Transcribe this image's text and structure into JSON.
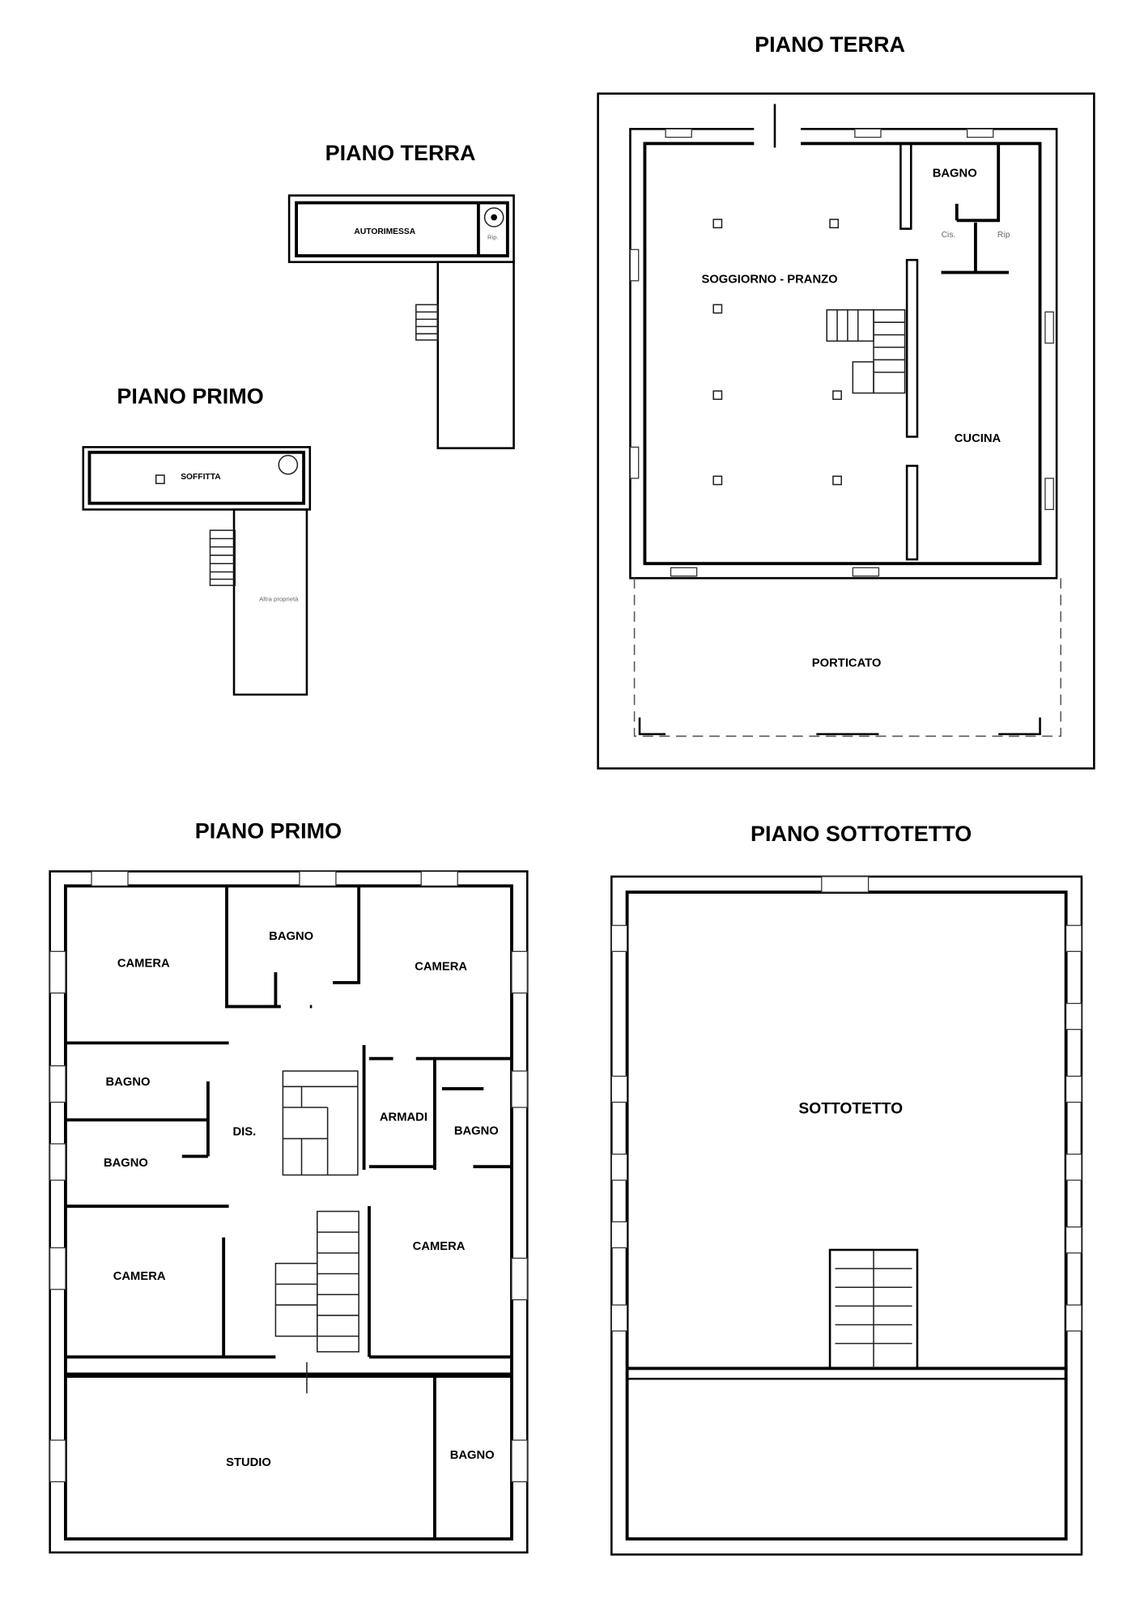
{
  "plans": {
    "small_ground": {
      "title": "PIANO TERRA",
      "rooms": {
        "autorimessa": "AUTORIMESSA"
      },
      "notes": {
        "rip": "Rip."
      }
    },
    "small_first": {
      "title": "PIANO PRIMO",
      "rooms": {
        "soffitta": "SOFFITTA"
      },
      "notes": {
        "altra": "Altra proprietà"
      }
    },
    "ground": {
      "title": "PIANO TERRA",
      "rooms": {
        "soggiorno": "SOGGIORNO - PRANZO",
        "bagno": "BAGNO",
        "cucina": "CUCINA",
        "porticato": "PORTICATO"
      },
      "notes": {
        "cis": "Cis.",
        "rip": "Rip"
      }
    },
    "first": {
      "title": "PIANO PRIMO",
      "rooms": {
        "camera_nw": "CAMERA",
        "bagno_n": "BAGNO",
        "camera_ne": "CAMERA",
        "bagno_w1": "BAGNO",
        "dis": "DIS.",
        "armadi": "ARMADI",
        "bagno_e": "BAGNO",
        "bagno_w2": "BAGNO",
        "camera_e": "CAMERA",
        "camera_sw": "CAMERA",
        "studio": "STUDIO",
        "bagno_s": "BAGNO"
      }
    },
    "attic": {
      "title": "PIANO SOTTOTETTO",
      "rooms": {
        "sottotetto": "SOTTOTETTO"
      }
    }
  }
}
